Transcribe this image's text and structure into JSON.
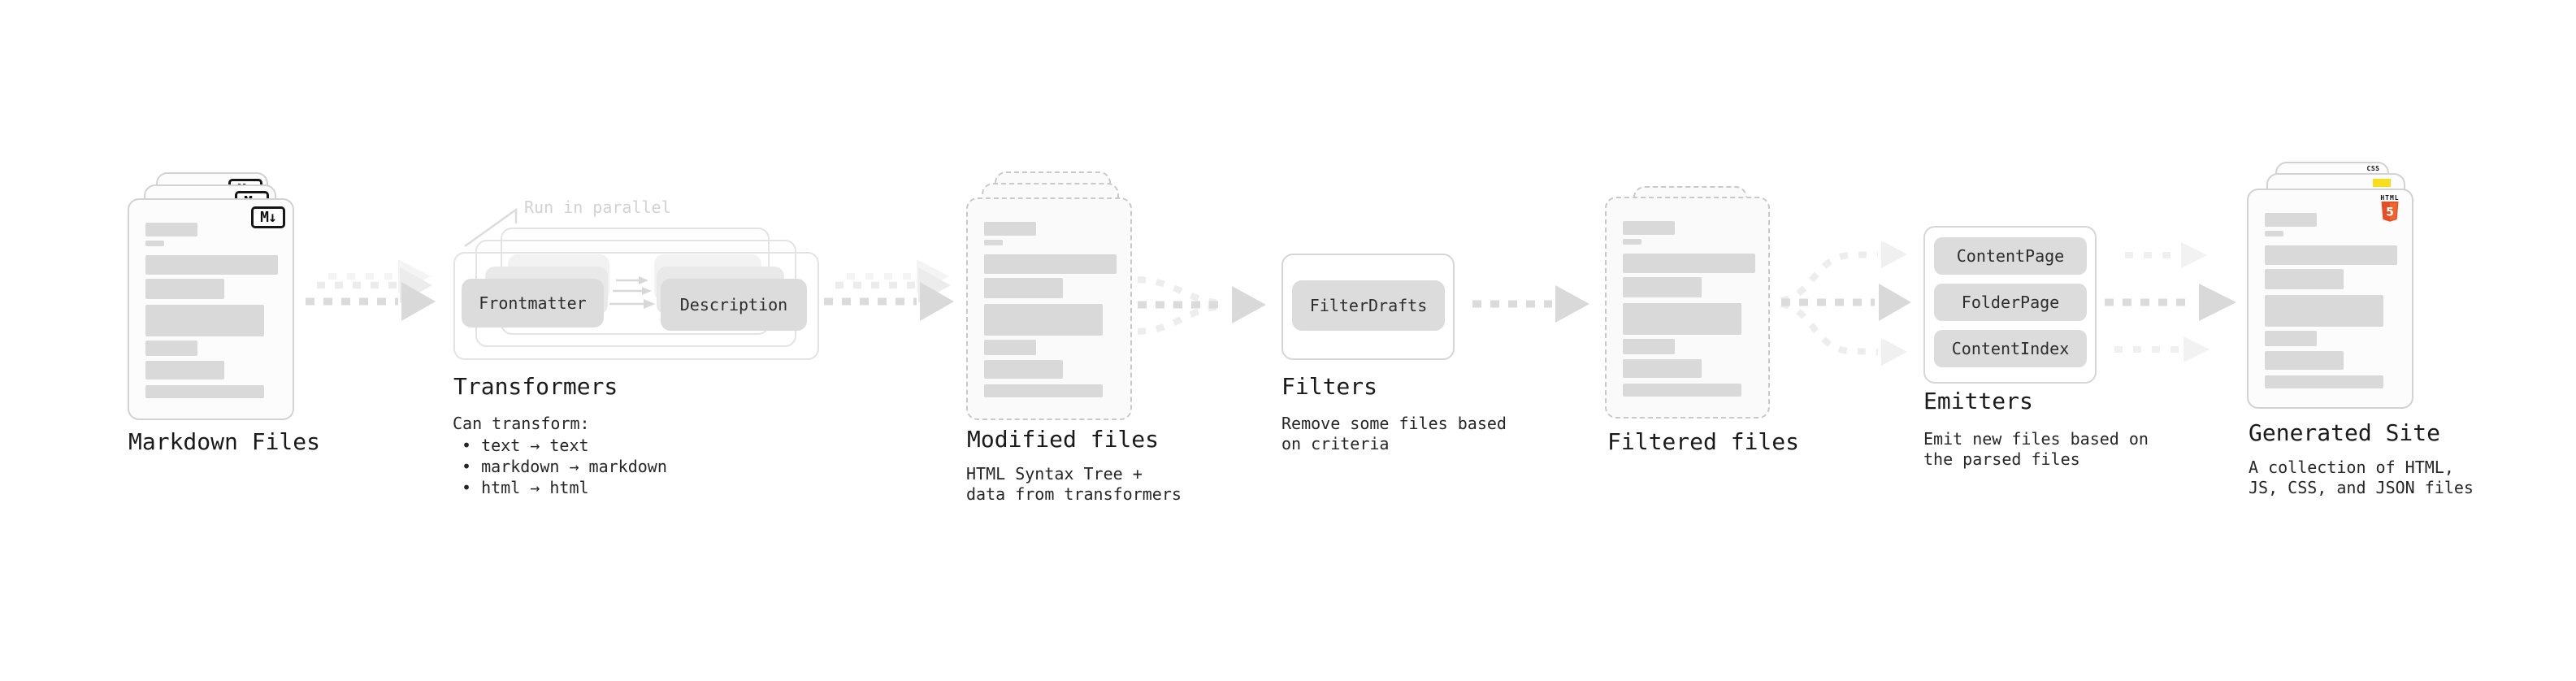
{
  "markdown": {
    "label": "Markdown Files",
    "icon_glyph": "M↓"
  },
  "transformers": {
    "annotation": "Run in parallel",
    "frontmatter": "Frontmatter",
    "description": "Description",
    "label": "Transformers",
    "desc_title": "Can transform:",
    "bullets": [
      "• text → text",
      "• markdown → markdown",
      "• html → html"
    ]
  },
  "modified": {
    "label": "Modified files",
    "desc": [
      "HTML Syntax Tree +",
      "data from transformers"
    ]
  },
  "filters": {
    "box": "FilterDrafts",
    "label": "Filters",
    "desc": [
      "Remove some files based",
      "on criteria"
    ]
  },
  "filtered": {
    "label": "Filtered files"
  },
  "emitters": {
    "boxes": [
      "ContentPage",
      "FolderPage",
      "ContentIndex"
    ],
    "label": "Emitters",
    "desc": [
      "Emit new files based on",
      "the parsed files"
    ]
  },
  "site": {
    "label": "Generated Site",
    "desc": [
      "A collection of HTML,",
      "JS, CSS, and JSON files"
    ],
    "badge_css": "CSS",
    "badge_html": "HTML",
    "badge_five": "5"
  },
  "colors": {
    "html5_orange": "#e44d26",
    "html5_orange_light": "#f16529",
    "js_yellow": "#f7df1e",
    "css_blue": "#2965f1",
    "bar_gray": "#d9d9d9",
    "box_gray": "#dcdcdc",
    "arrow_gray": "#dbdbdb",
    "ghost_arrow_gray": "#ececec",
    "annotation_gray": "#d2d2d2",
    "text_dark": "#1f1f1f"
  },
  "doc_bar_pattern": [
    [
      28,
      64,
      17
    ],
    [
      50,
      23,
      7
    ],
    [
      68,
      163,
      24
    ],
    [
      97,
      97,
      25
    ],
    [
      129,
      146,
      39
    ],
    [
      173,
      64,
      19
    ],
    [
      198,
      97,
      23
    ],
    [
      228,
      146,
      16
    ]
  ]
}
